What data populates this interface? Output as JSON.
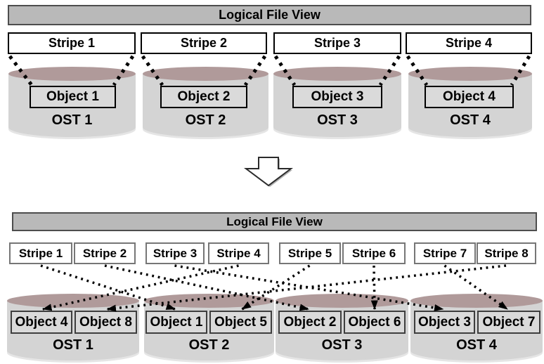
{
  "top": {
    "title": "Logical File View",
    "stripes": [
      "Stripe 1",
      "Stripe 2",
      "Stripe 3",
      "Stripe 4"
    ],
    "osts": [
      {
        "name": "OST 1",
        "objects": [
          "Object 1"
        ]
      },
      {
        "name": "OST 2",
        "objects": [
          "Object 2"
        ]
      },
      {
        "name": "OST 3",
        "objects": [
          "Object 3"
        ]
      },
      {
        "name": "OST 4",
        "objects": [
          "Object 4"
        ]
      }
    ]
  },
  "bottom": {
    "title": "Logical File View",
    "stripes": [
      "Stripe 1",
      "Stripe 2",
      "Stripe 3",
      "Stripe 4",
      "Stripe 5",
      "Stripe 6",
      "Stripe 7",
      "Stripe 8"
    ],
    "osts": [
      {
        "name": "OST 1",
        "objects": [
          "Object 4",
          "Object 8"
        ]
      },
      {
        "name": "OST 2",
        "objects": [
          "Object 1",
          "Object 5"
        ]
      },
      {
        "name": "OST 3",
        "objects": [
          "Object 2",
          "Object 6"
        ]
      },
      {
        "name": "OST 4",
        "objects": [
          "Object 3",
          "Object 7"
        ]
      }
    ],
    "stripe_to_object": [
      {
        "stripe": "Stripe 1",
        "object": "Object 1",
        "ost": "OST 2"
      },
      {
        "stripe": "Stripe 2",
        "object": "Object 2",
        "ost": "OST 3"
      },
      {
        "stripe": "Stripe 3",
        "object": "Object 3",
        "ost": "OST 4"
      },
      {
        "stripe": "Stripe 4",
        "object": "Object 4",
        "ost": "OST 1"
      },
      {
        "stripe": "Stripe 5",
        "object": "Object 5",
        "ost": "OST 2"
      },
      {
        "stripe": "Stripe 6",
        "object": "Object 6",
        "ost": "OST 3"
      },
      {
        "stripe": "Stripe 7",
        "object": "Object 7",
        "ost": "OST 4"
      },
      {
        "stripe": "Stripe 8",
        "object": "Object 8",
        "ost": "OST 1"
      }
    ]
  },
  "colors": {
    "header_fill": "#b9b9b9",
    "header_border": "#4d4d4d",
    "cylinder_body": "#d4d4d4",
    "cylinder_top": "#b09a9a",
    "object_fill": "#dadada",
    "connector": "#000000"
  }
}
